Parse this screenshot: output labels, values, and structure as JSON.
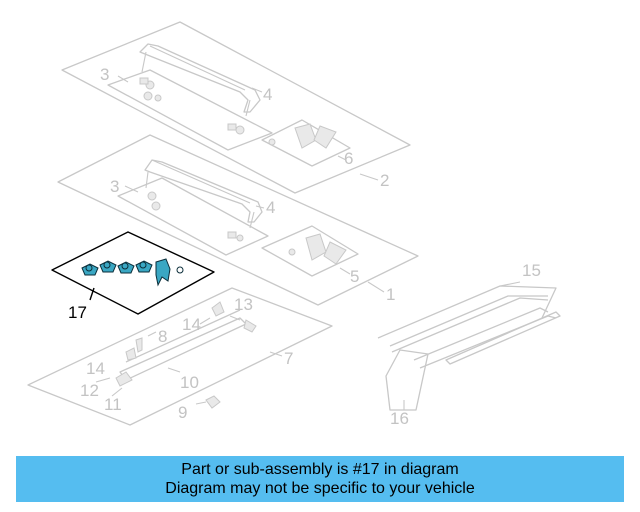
{
  "diagram": {
    "callouts": {
      "c1": "1",
      "c2": "2",
      "c3a": "3",
      "c3b": "3",
      "c4a": "4",
      "c4b": "4",
      "c5": "5",
      "c6": "6",
      "c7": "7",
      "c8": "8",
      "c9": "9",
      "c10": "10",
      "c11": "11",
      "c12": "12",
      "c13": "13",
      "c14a": "14",
      "c14b": "14",
      "c15": "15",
      "c16": "16",
      "c17": "17"
    },
    "colors": {
      "highlight": "#3aa7c3",
      "line": "#c8c8c8"
    }
  },
  "banner": {
    "line1": "Part or sub-assembly is #17 in diagram",
    "line2": "Diagram may not be specific to your vehicle",
    "color": "#55bdf0"
  }
}
